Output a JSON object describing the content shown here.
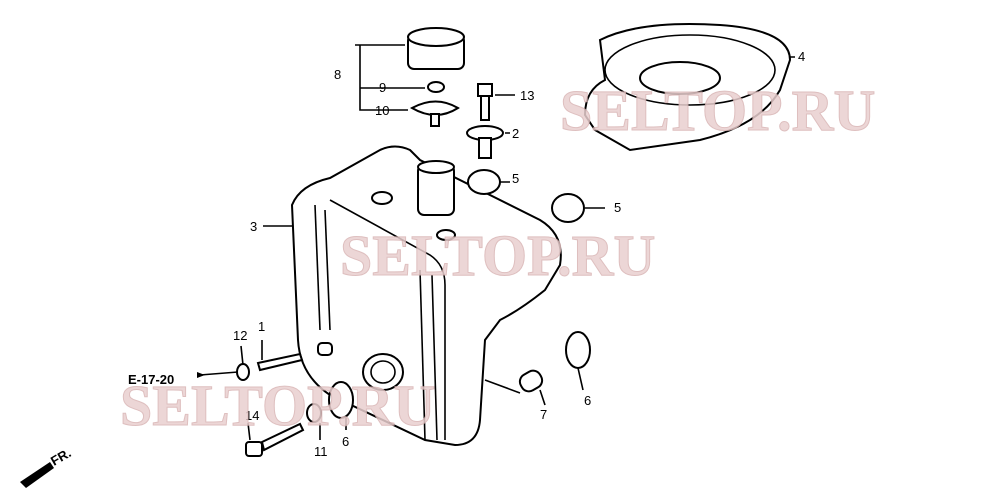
{
  "diagram": {
    "callouts": {
      "c8": "8",
      "c9": "9",
      "c10": "10",
      "c13": "13",
      "c2": "2",
      "c5a": "5",
      "c5b": "5",
      "c4": "4",
      "c3": "3",
      "c12": "12",
      "c1": "1",
      "c14": "14",
      "c11": "11",
      "c6a": "6",
      "c7": "7",
      "c6b": "6"
    },
    "reference": "E-17-20",
    "direction": "FR.",
    "watermarks": [
      "SELTOP.RU",
      "SELTOP.RU",
      "SELTOP.RU"
    ],
    "colors": {
      "line": "#000000",
      "watermark": "#e9cfcf"
    }
  }
}
